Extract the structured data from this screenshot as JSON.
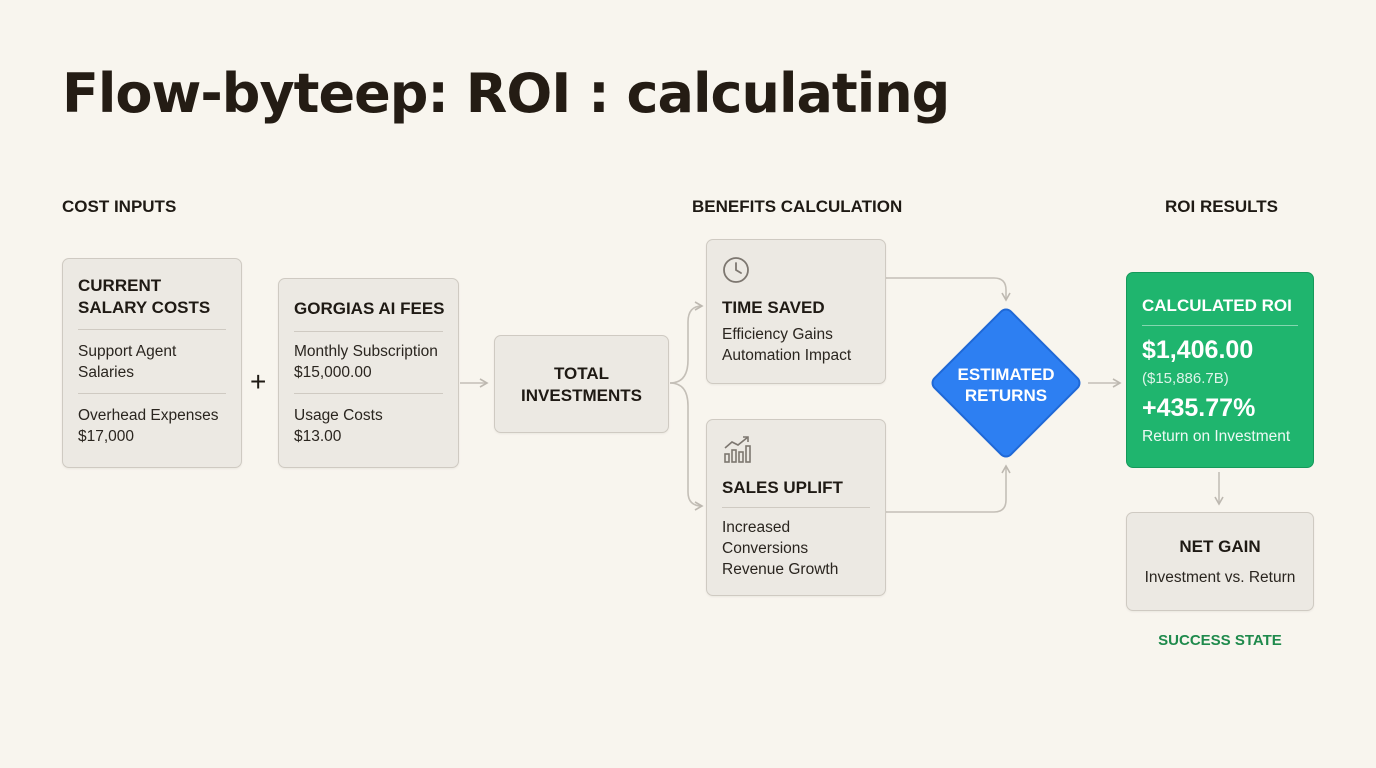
{
  "title": "Flow-byteep: ROI : calculating",
  "sections": {
    "cost_inputs": "COST INPUTS",
    "benefits": "BENEFITS CALCULATION",
    "results": "ROI RESULTS"
  },
  "salary": {
    "title_line1": "CURRENT",
    "title_line2": "SALARY COSTS",
    "item1_line1": "Support Agent",
    "item1_line2": "Salaries",
    "item2_line1": "Overhead Expenses",
    "item2_line2": "$17,000"
  },
  "operator": "+",
  "fees": {
    "title": "GORGIAS AI FEES",
    "item1_line1": "Monthly Subscription",
    "item1_line2": "$15,000.00",
    "item2_line1": "Usage Costs",
    "item2_line2": "$13.00"
  },
  "total": {
    "line1": "TOTAL",
    "line2": "INVESTMENTS"
  },
  "time_saved": {
    "title": "TIME SAVED",
    "line1": "Efficiency Gains",
    "line2": "Automation Impact",
    "icon": "clock-icon"
  },
  "sales_uplift": {
    "title": "SALES UPLIFT",
    "line1": "Increased",
    "line2": "Conversions",
    "line3": "Revenue Growth",
    "icon": "bar-chart-icon"
  },
  "estimated": {
    "line1": "ESTIMATED",
    "line2": "RETURNS"
  },
  "roi": {
    "title": "CALCULATED ROI",
    "amount": "$1,406.00",
    "sub_amount": "($15,886.7B)",
    "percent": "+435.77%",
    "label": "Return on Investment"
  },
  "net_gain": {
    "title": "NET GAIN",
    "text": "Investment vs. Return"
  },
  "status": "SUCCESS STATE",
  "colors": {
    "background": "#f8f5ee",
    "box_fill": "#ece9e3",
    "success_green": "#1fb56e",
    "returns_blue": "#2d7ff2",
    "status_text": "#1f8a4c"
  }
}
